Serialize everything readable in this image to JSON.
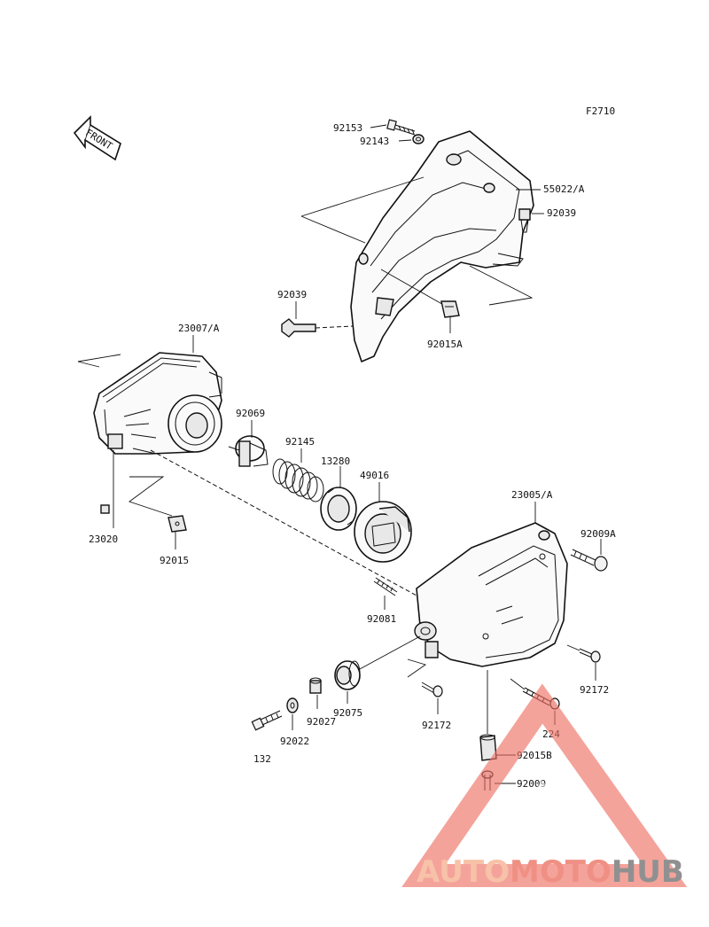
{
  "figure_code": "F2710",
  "front_label": "FRONT",
  "labels": {
    "p92153": "92153",
    "p92143": "92143",
    "p55022": "55022/A",
    "p92039_right": "92039",
    "p92039_left": "92039",
    "p92015A": "92015A",
    "p23007": "23007/A",
    "p92069": "92069",
    "p92145": "92145",
    "p13280": "13280",
    "p49016": "49016",
    "p23020": "23020",
    "p92015": "92015",
    "p23005": "23005/A",
    "p92009A": "92009A",
    "p92081": "92081",
    "p92172_right": "92172",
    "p92172_mid": "92172",
    "p92075": "92075",
    "p92027": "92027",
    "p92022": "92022",
    "p132": "132",
    "p224": "224",
    "p92015B": "92015B",
    "p92009": "92009"
  },
  "watermark": {
    "auto": "AUTO",
    "moto": "MOTO",
    "hub": "HUB",
    "color_auto": "#f6b89a",
    "color_moto": "#ee7d6f",
    "color_hub": "#7d7d7d",
    "triangle_color": "#ee6f63"
  }
}
